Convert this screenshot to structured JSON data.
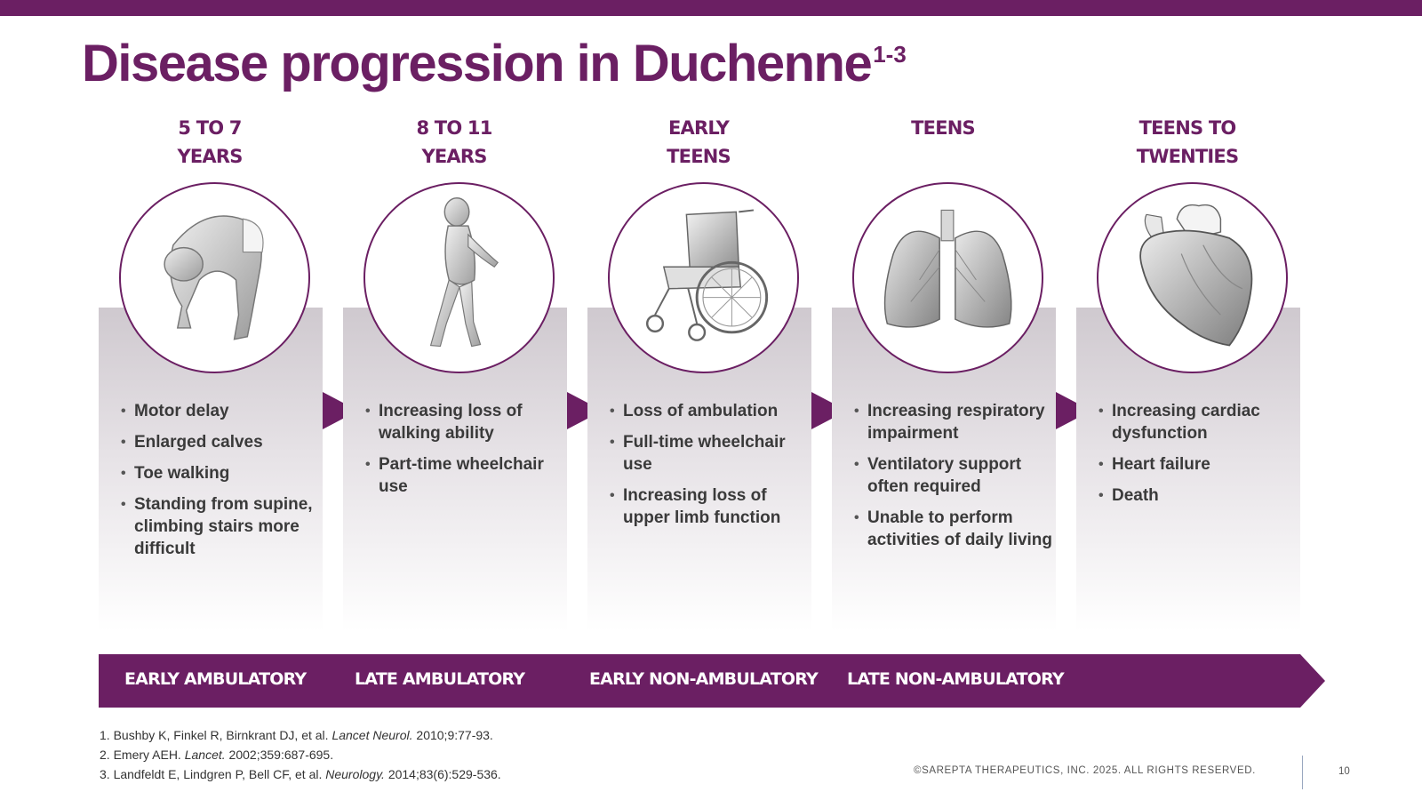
{
  "title": {
    "main": "Disease progression in Duchenne",
    "sup": "1-3"
  },
  "stages": [
    {
      "header_line1": "5 TO 7",
      "header_line2": "YEARS",
      "icon": "child-gowers-sign-icon",
      "bullets": [
        "Motor delay",
        "Enlarged calves",
        "Toe walking",
        "Standing from supine, climbing stairs more difficult"
      ]
    },
    {
      "header_line1": "8 TO 11",
      "header_line2": "YEARS",
      "icon": "child-walking-icon",
      "bullets": [
        "Increasing loss of walking ability",
        "Part-time wheelchair use"
      ]
    },
    {
      "header_line1": "EARLY",
      "header_line2": "TEENS",
      "icon": "wheelchair-icon",
      "bullets": [
        "Loss of ambulation",
        "Full-time wheelchair use",
        "Increasing loss of upper limb function"
      ]
    },
    {
      "header_line1": "TEENS",
      "header_line2": "",
      "icon": "lungs-icon",
      "bullets": [
        "Increasing respiratory impairment",
        "Ventilatory support often required",
        "Unable to perform activities of daily living"
      ]
    },
    {
      "header_line1": "TEENS TO",
      "header_line2": "TWENTIES",
      "icon": "heart-icon",
      "bullets": [
        "Increasing cardiac dysfunction",
        "Heart failure",
        "Death"
      ]
    }
  ],
  "phases": [
    "EARLY AMBULATORY",
    "LATE AMBULATORY",
    "EARLY NON-AMBULATORY",
    "LATE NON-AMBULATORY"
  ],
  "references": [
    {
      "num": "1.",
      "authors": "Bushby K, Finkel R, Birnkrant DJ, et al.",
      "journal": "Lancet Neurol.",
      "details": "2010;9:77-93."
    },
    {
      "num": "2.",
      "authors": "Emery AEH.",
      "journal": "Lancet.",
      "details": "2002;359:687-695."
    },
    {
      "num": "3.",
      "authors": "Landfeldt E, Lindgren P, Bell CF, et al.",
      "journal": "Neurology.",
      "details": "2014;83(6):529-536."
    }
  ],
  "footer": {
    "copyright": "©SAREPTA THERAPEUTICS, INC. 2025.  ALL RIGHTS RESERVED.",
    "page": "10"
  },
  "colors": {
    "brand": "#6b1f63",
    "text": "#3a3a3a"
  }
}
